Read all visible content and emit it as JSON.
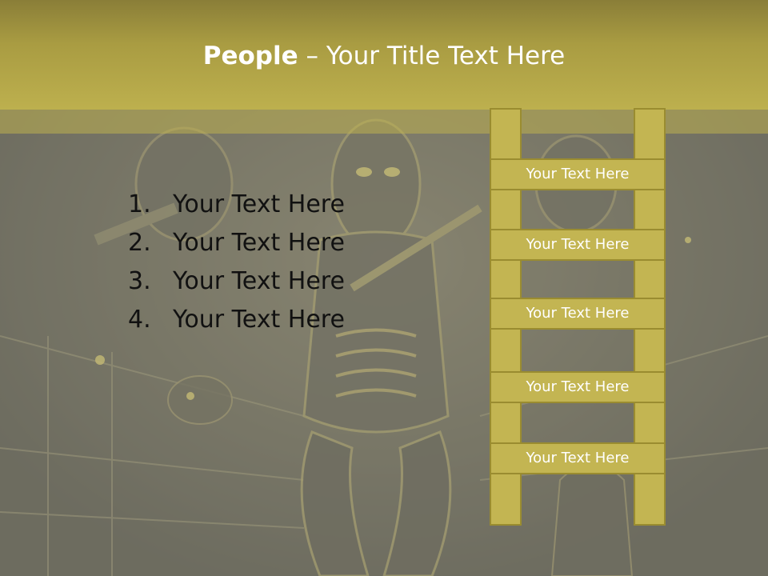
{
  "slide": {
    "title_bold": "People",
    "title_rest": " – Your Title Text Here"
  },
  "list": {
    "items": [
      {
        "number": "1.",
        "text": "Your Text Here"
      },
      {
        "number": "2.",
        "text": "Your Text Here"
      },
      {
        "number": "3.",
        "text": "Your Text Here"
      },
      {
        "number": "4.",
        "text": "Your Text Here"
      }
    ]
  },
  "ladder": {
    "rungs": [
      "Your Text Here",
      "Your Text Here",
      "Your Text Here",
      "Your Text Here",
      "Your Text Here"
    ]
  },
  "colors": {
    "accent": "#c3b552",
    "accent_border": "#9a8c30",
    "title_text": "#ffffff",
    "body_text": "#111111"
  }
}
